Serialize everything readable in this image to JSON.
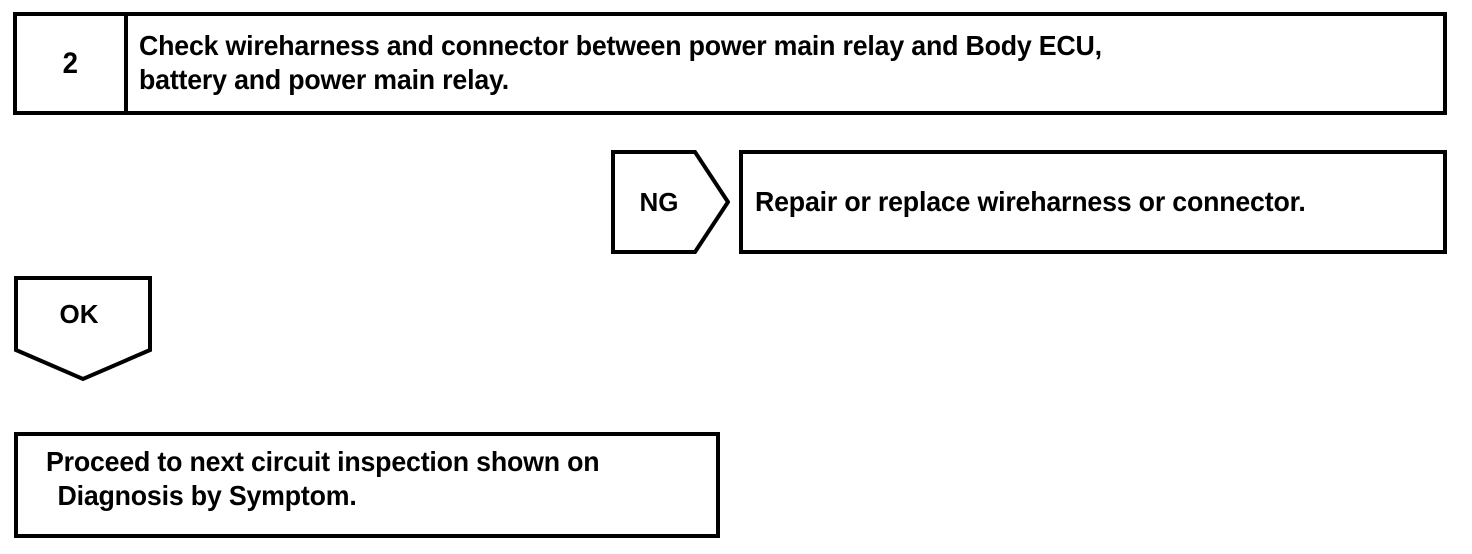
{
  "diagram": {
    "type": "troubleshooting-flowchart",
    "line_color": "#000000",
    "background_color": "#ffffff",
    "step": {
      "number": "2",
      "instruction_line_1": "Check wireharness and connector between power main relay and Body ECU,",
      "instruction_line_2": "battery and power main relay."
    },
    "branches": {
      "ng": {
        "label": "NG",
        "result_text": "Repair or replace wireharness or connector."
      },
      "ok": {
        "label": "OK",
        "result_line_1": "Proceed to next circuit inspection shown on",
        "result_line_2": "Diagnosis by Symptom."
      }
    }
  }
}
